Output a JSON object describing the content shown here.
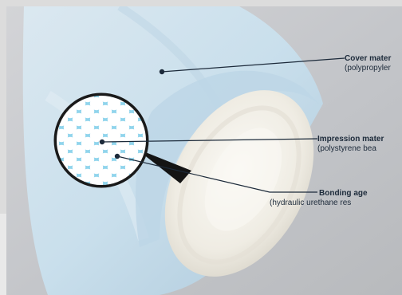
{
  "labels": {
    "cover": {
      "title": "Cover mater",
      "detail": "(polypropyler"
    },
    "impression": {
      "title": "Impression mater",
      "detail": "(polystyrene bea"
    },
    "bonding": {
      "title": "Bonding age",
      "detail": "(hydraulic urethane res"
    }
  },
  "colors": {
    "frame_bg": "#dcdcdc",
    "scene_bg": "#c7c8cb",
    "cover_fabric": "#cfe2ee",
    "foam": "#f4f2ec",
    "bead_pattern_bg": "#8fd4ec",
    "leader_line": "#1c2a3a"
  }
}
